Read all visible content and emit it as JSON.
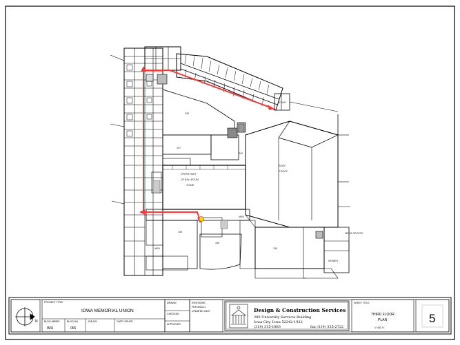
{
  "title_block": {
    "project_title_caption": "PROJECT TITLE",
    "project_title": "IOWA MEMORIAL UNION",
    "bldg_abbrev_caption": "BLDG ABBRV",
    "bldg_abbrev": "IMU",
    "bldg_no_caption": "BLDG NO.",
    "bldg_no": "065",
    "job_no_caption": "JOB NO.",
    "date_issued_caption": "DATE ISSUED",
    "drawn_caption": "DRAWN",
    "checked_caption": "CHECKED",
    "approved_caption": "APPROVED",
    "revisions_caption": "REVISIONS",
    "revision_1": "PER 8/00/11",
    "revision_2": "UPDATED 04/07",
    "company_name": "Design & Construction Services",
    "company_address_1": "200 University Services Building",
    "company_address_2": "Iowa City, Iowa 52242-1922",
    "company_phone": "(319) 335-1883",
    "company_fax": "fax (319) 335-2722",
    "sheet_title_caption": "SHEET TITLE",
    "sheet_title_line1": "THIRD FLOOR",
    "sheet_title_line2": "PLAN",
    "scale": "1\"=80'-0\"",
    "sheet_number": "5",
    "north_label": "N"
  },
  "plan_labels": {
    "ballroom_line1": "UPPER PART",
    "ballroom_line2": "OF BALLROOM",
    "ballroom_room_no": "TO348",
    "roof_label": "ROOF",
    "roof_no": "T.ROOF",
    "men_room": "MEN",
    "women_room": "WOMEN",
    "mens_room_label": "MEN",
    "east_stair": "STAIR",
    "sports_label": "MENS SPORTS",
    "room_348": "348",
    "room_345": "345",
    "room_336": "336",
    "room_335": "335",
    "room_337": "337",
    "room_342": "342"
  },
  "route": {
    "color": "#ee3b3b"
  },
  "colors": {
    "line": "#000000",
    "route": "#ee3b3b",
    "marker": "#ffd400"
  },
  "icons": {
    "north_arrow": "north-arrow-icon",
    "seal": "university-building-seal-icon"
  }
}
